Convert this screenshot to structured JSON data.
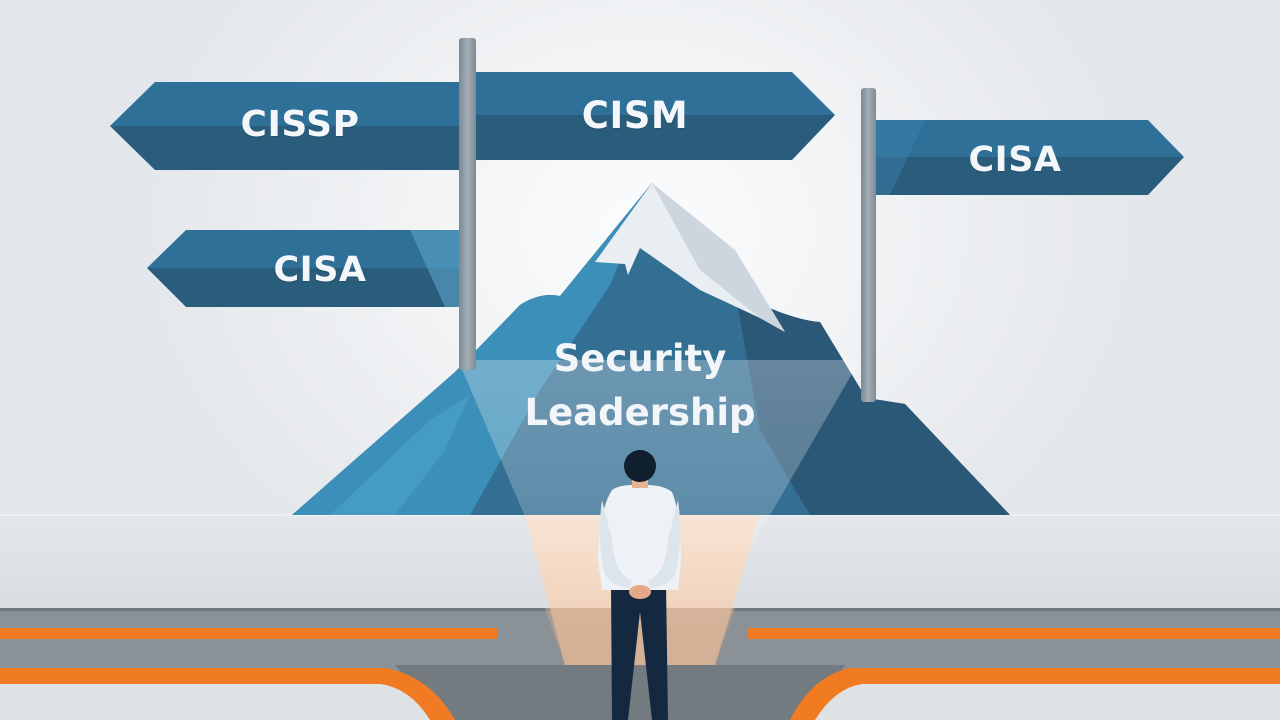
{
  "illustration": {
    "headline": {
      "line1": "Security",
      "line2": "Leadership"
    },
    "signs": [
      {
        "id": "cissp",
        "label": "CISSP",
        "direction": "left"
      },
      {
        "id": "cism",
        "label": "CISM",
        "direction": "right"
      },
      {
        "id": "cisa-right",
        "label": "CISA",
        "direction": "right"
      },
      {
        "id": "cisa-left",
        "label": "CISA",
        "direction": "left"
      }
    ],
    "colors": {
      "sign_top": "#2f7099",
      "sign_bottom": "#2a5c7c",
      "pole": "#8d99a3",
      "mountain_light": "#3b8fb8",
      "mountain_mid": "#336e93",
      "mountain_dark": "#2b5877",
      "snow": "#e8edf1",
      "road": "#7f868d",
      "road_stripe": "#f07b22",
      "ground": "#dde1e5",
      "spotlight": "#f6d3b8",
      "shirt": "#eef2f6",
      "pants": "#14283f",
      "hair": "#0f1f2e"
    }
  }
}
